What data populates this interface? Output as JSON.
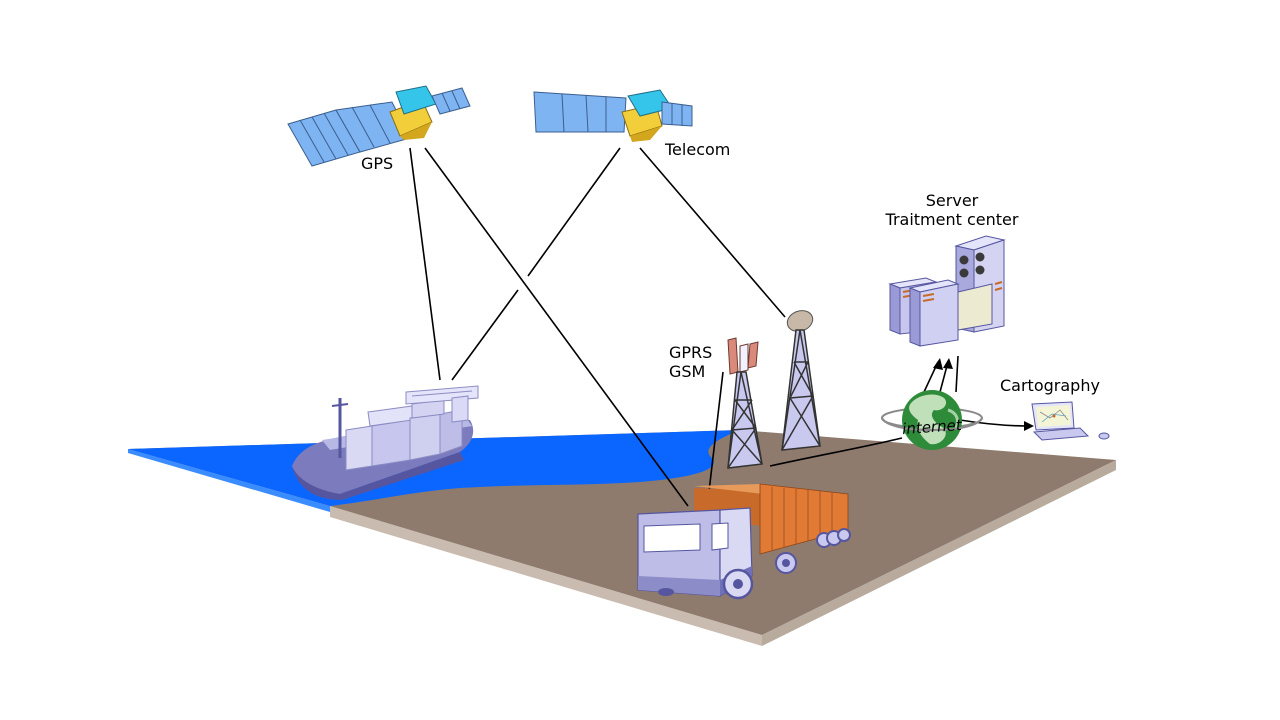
{
  "diagram": {
    "labels": {
      "gps": "GPS",
      "telecom": "Telecom",
      "gprs": "GPRS",
      "gsm": "GSM",
      "server": "Server",
      "treatment_center": "Traitment center",
      "internet": "internet",
      "cartography": "Cartography"
    },
    "colors": {
      "sea": "#0a66ff",
      "land": "#8e7b6e",
      "land_edge": "#c9bbb0",
      "solar_panel": "#7fb4f2",
      "satellite_body": "#f2cf3a",
      "satellite_top": "#35c5ea",
      "vehicle": "#c9c9f0",
      "container": "#e07a34",
      "globe": "#2e8b3a"
    }
  }
}
